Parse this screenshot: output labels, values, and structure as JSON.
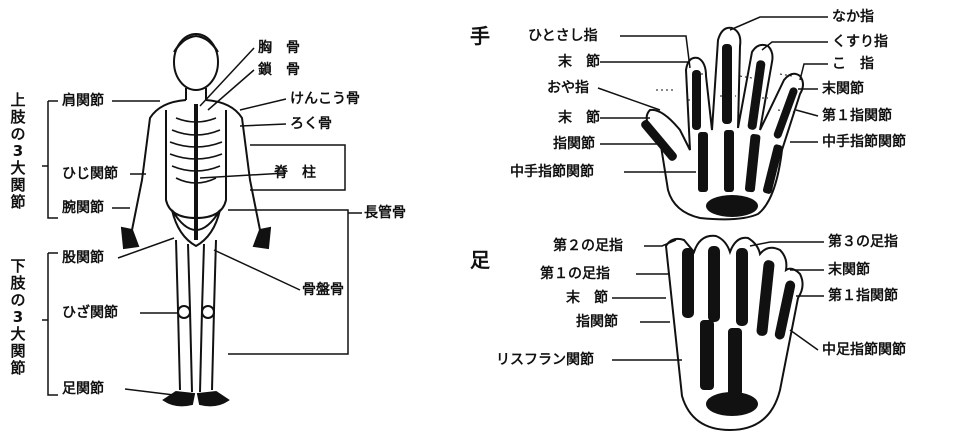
{
  "body_figure": {
    "group_upper": "上肢の3大関節",
    "group_lower": "下肢の3大関節",
    "left_labels": {
      "shoulder": "肩関節",
      "elbow": "ひじ関節",
      "wrist": "腕関節",
      "hip": "股関節",
      "knee": "ひざ関節",
      "ankle": "足関節"
    },
    "right_labels": {
      "sternum": "胸　骨",
      "clavicle": "鎖　骨",
      "scapula": "けんこう骨",
      "rib": "ろく骨",
      "spine": "脊　柱",
      "long_bone": "長管骨",
      "pelvis": "骨盤骨"
    }
  },
  "hand": {
    "title": "手",
    "labels": {
      "index_finger": "ひとさし指",
      "middle_finger": "なか指",
      "ring_finger": "くすり指",
      "little_finger": "こ　指",
      "distal_left_1": "末　節",
      "thumb": "おや指",
      "distal_left_2": "末　節",
      "interphalangeal": "指関節",
      "mcp_left": "中手指節関節",
      "distal_joint": "末関節",
      "first_joint": "第１指関節",
      "mcp_right": "中手指節関節"
    }
  },
  "foot": {
    "title": "足",
    "labels": {
      "second_toe": "第２の足指",
      "first_toe": "第１の足指",
      "distal": "末　節",
      "interphalangeal": "指関節",
      "lisfranc": "リスフラン関節",
      "third_toe": "第３の足指",
      "distal_joint": "末関節",
      "first_joint": "第１指関節",
      "mtp": "中足指節関節"
    }
  }
}
